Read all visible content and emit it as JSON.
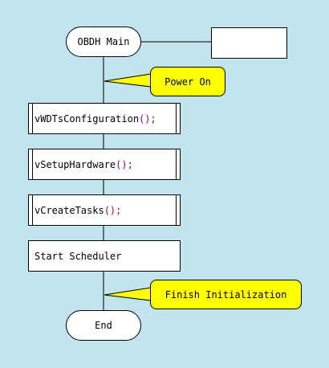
{
  "flowchart": {
    "start_label": "OBDH Main",
    "end_label": "End",
    "steps": [
      {
        "name": "vWDTsConfiguration",
        "suffix": "();"
      },
      {
        "name": "vSetupHardware",
        "suffix": "();"
      },
      {
        "name": "vCreateTasks",
        "suffix": "();"
      },
      {
        "name": "Start Scheduler",
        "suffix": ""
      }
    ],
    "notes": {
      "power_on": "Power On",
      "finish_init": "Finish Initialization"
    }
  },
  "colors": {
    "background": "#c1e4ef",
    "note_fill": "#ffff00",
    "paren": "#8b008b"
  }
}
